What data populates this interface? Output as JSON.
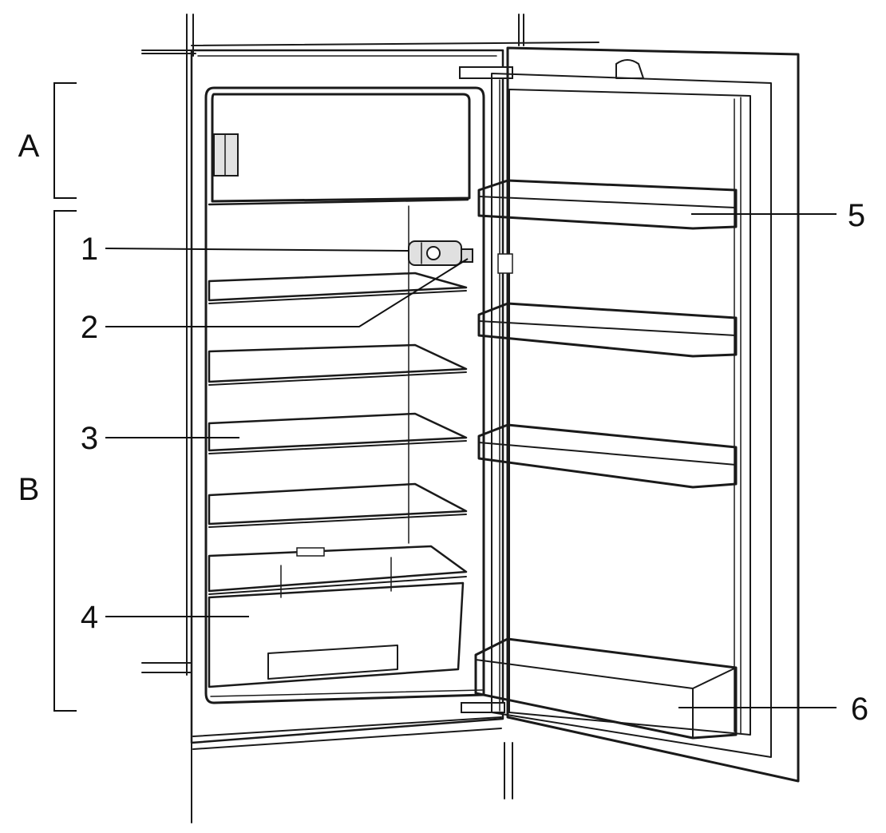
{
  "diagram": {
    "zones": [
      {
        "id": "A",
        "label": "A"
      },
      {
        "id": "B",
        "label": "B"
      }
    ],
    "callouts": [
      {
        "id": "1",
        "label": "1"
      },
      {
        "id": "2",
        "label": "2"
      },
      {
        "id": "3",
        "label": "3"
      },
      {
        "id": "4",
        "label": "4"
      },
      {
        "id": "5",
        "label": "5"
      },
      {
        "id": "6",
        "label": "6"
      }
    ],
    "colors": {
      "outline": "#1a1a1a",
      "label": "#111111",
      "interior": "#f4f4f4",
      "shelf": "#e6e6e6",
      "door_panel": "#f1f1f1"
    }
  }
}
